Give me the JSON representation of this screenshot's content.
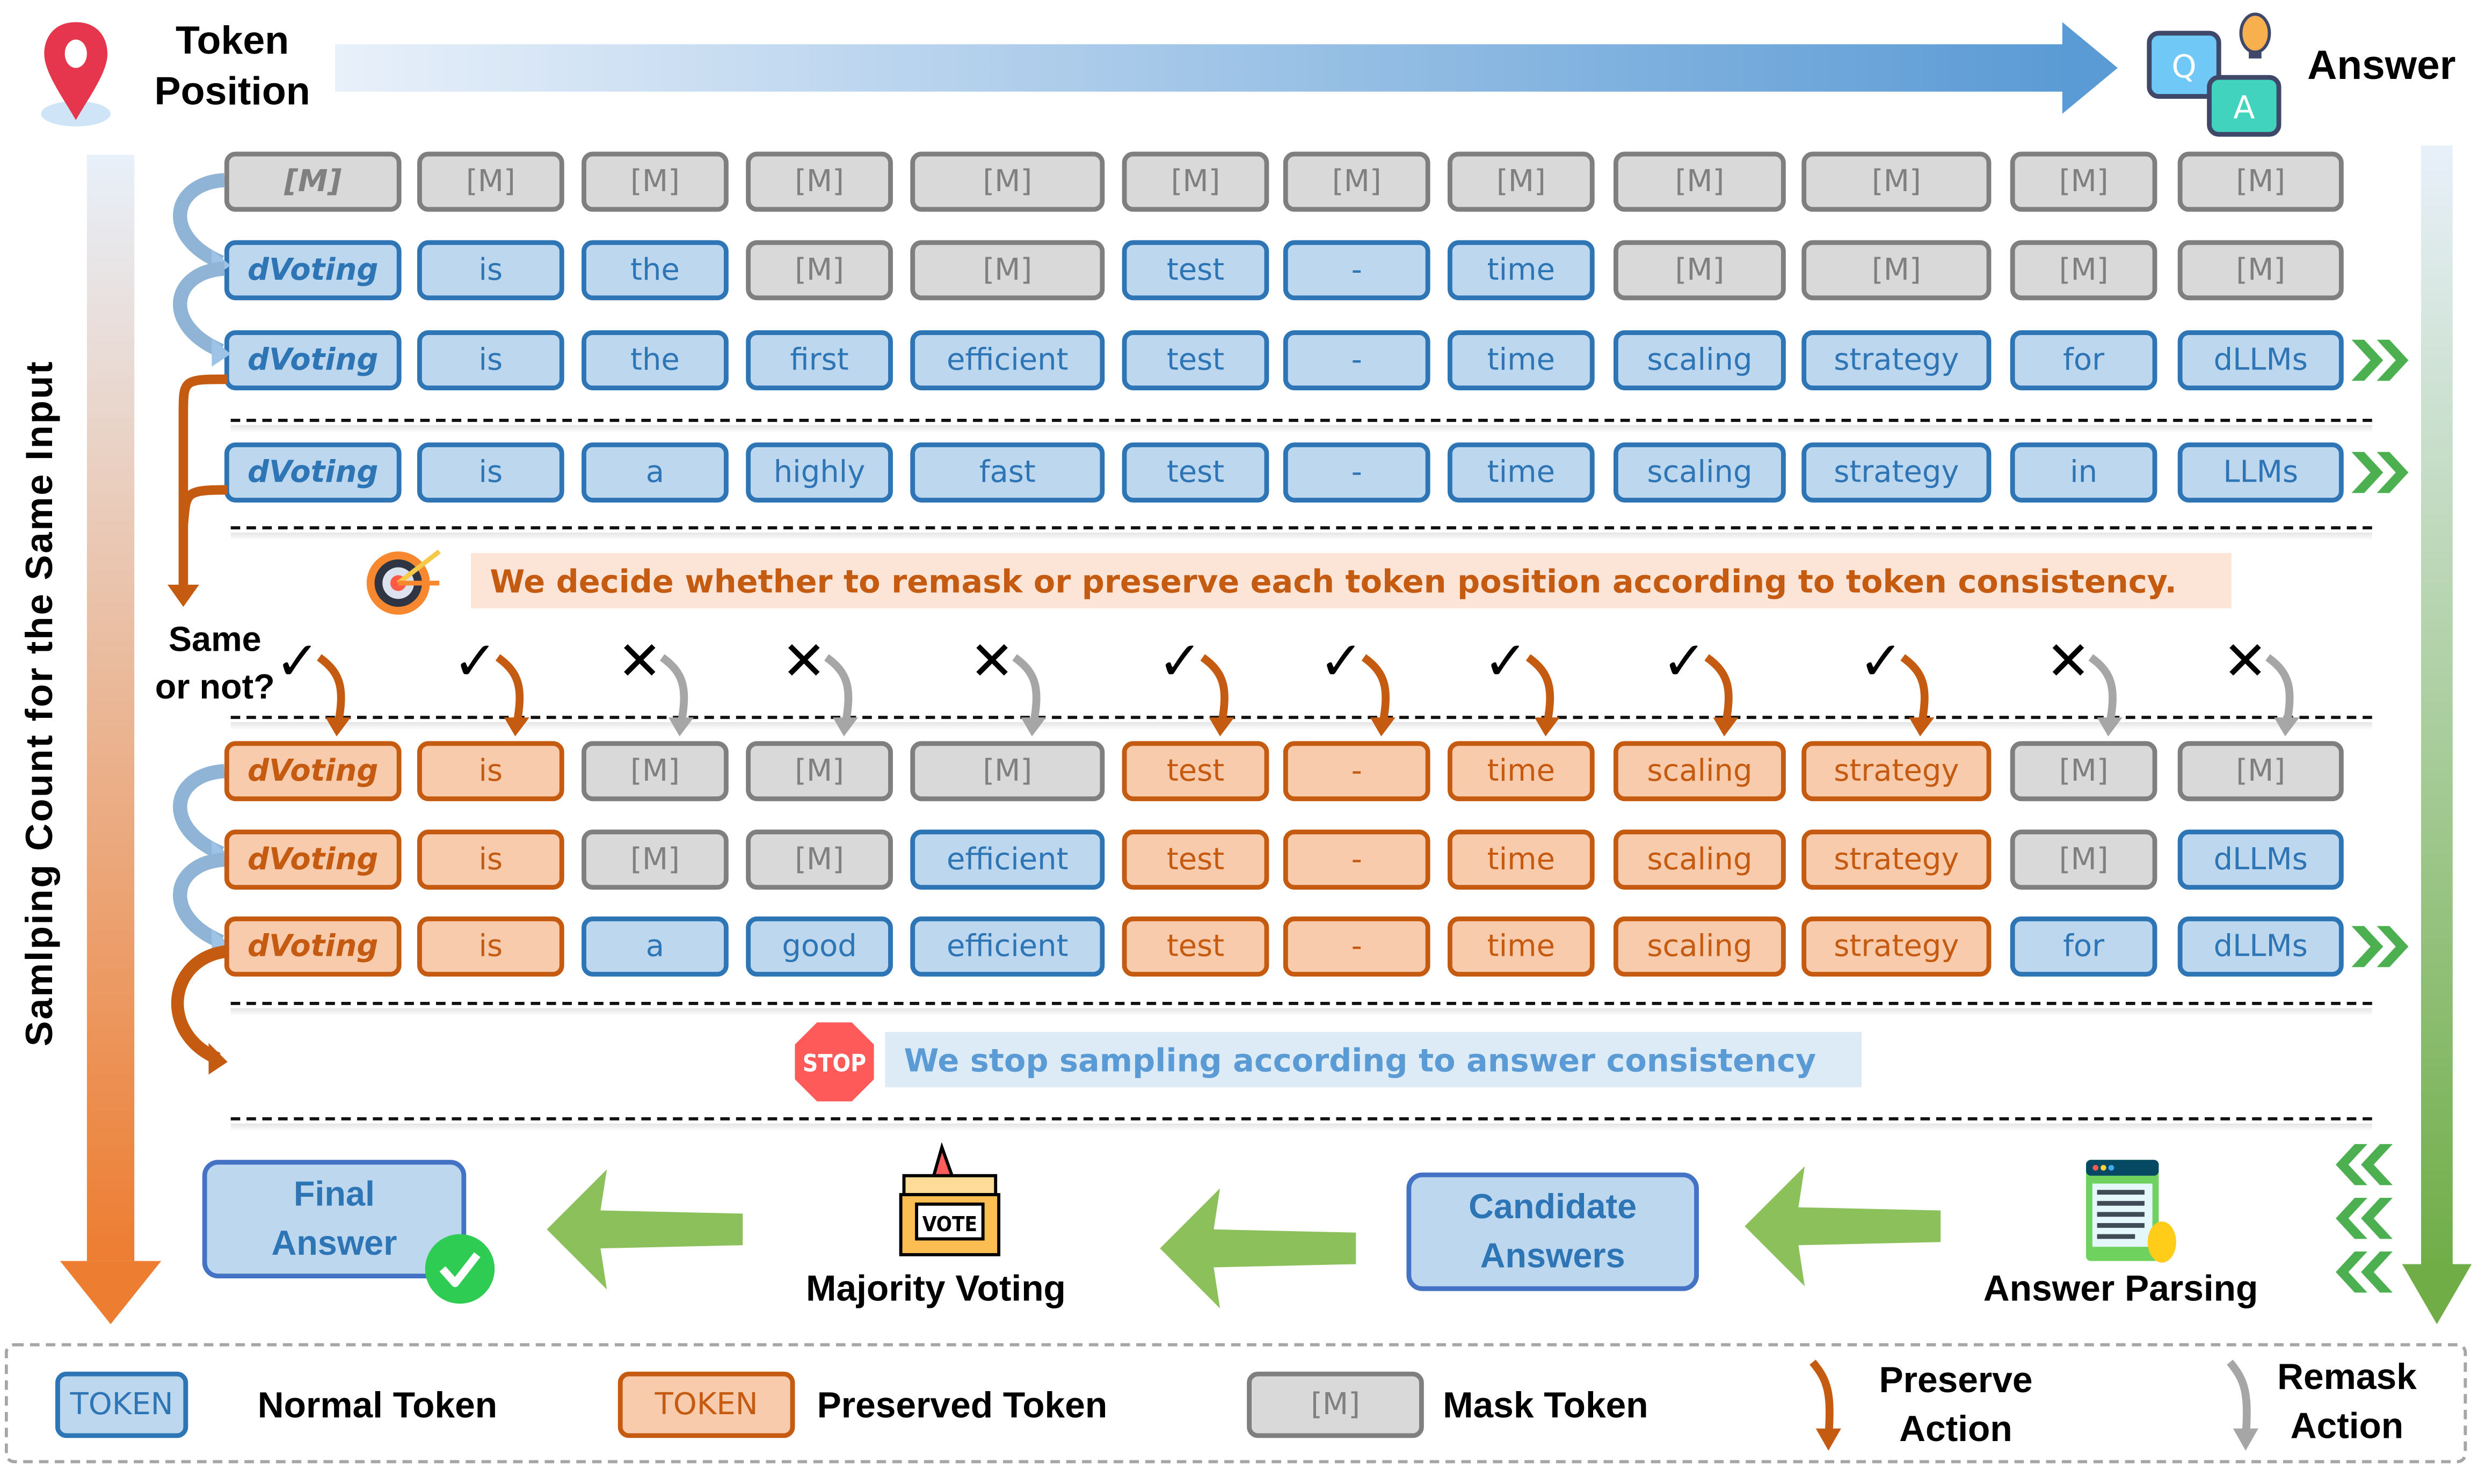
{
  "header": {
    "token_position_label": "Token\nPosition",
    "answer_label": "Answer",
    "qa_icon_q": "Q",
    "qa_icon_a": "A"
  },
  "axis": {
    "left_label": "Samlping Count for the Same Input"
  },
  "colors": {
    "normal_bg": "#BDD7EE",
    "normal_border": "#2E75B6",
    "preserved_bg": "#F8CBAD",
    "preserved_border": "#C55A11",
    "mask_bg": "#D9D9D9",
    "mask_border": "#7F7F7F",
    "accent_green": "#4CAF50",
    "arrow_green": "#8BC05A"
  },
  "upper_rows": [
    {
      "tokens": [
        {
          "text": "[M]",
          "type": "mask"
        },
        {
          "text": "[M]",
          "type": "mask"
        },
        {
          "text": "[M]",
          "type": "mask"
        },
        {
          "text": "[M]",
          "type": "mask"
        },
        {
          "text": "[M]",
          "type": "mask"
        },
        {
          "text": "[M]",
          "type": "mask"
        },
        {
          "text": "[M]",
          "type": "mask"
        },
        {
          "text": "[M]",
          "type": "mask"
        },
        {
          "text": "[M]",
          "type": "mask"
        },
        {
          "text": "[M]",
          "type": "mask"
        },
        {
          "text": "[M]",
          "type": "mask"
        },
        {
          "text": "[M]",
          "type": "mask"
        }
      ],
      "complete": false
    },
    {
      "tokens": [
        {
          "text": "dVoting",
          "type": "normal"
        },
        {
          "text": "is",
          "type": "normal"
        },
        {
          "text": "the",
          "type": "normal"
        },
        {
          "text": "[M]",
          "type": "mask"
        },
        {
          "text": "[M]",
          "type": "mask"
        },
        {
          "text": "test",
          "type": "normal"
        },
        {
          "text": "-",
          "type": "normal"
        },
        {
          "text": "time",
          "type": "normal"
        },
        {
          "text": "[M]",
          "type": "mask"
        },
        {
          "text": "[M]",
          "type": "mask"
        },
        {
          "text": "[M]",
          "type": "mask"
        },
        {
          "text": "[M]",
          "type": "mask"
        }
      ],
      "complete": false
    },
    {
      "tokens": [
        {
          "text": "dVoting",
          "type": "normal"
        },
        {
          "text": "is",
          "type": "normal"
        },
        {
          "text": "the",
          "type": "normal"
        },
        {
          "text": "first",
          "type": "normal"
        },
        {
          "text": "efficient",
          "type": "normal"
        },
        {
          "text": "test",
          "type": "normal"
        },
        {
          "text": "-",
          "type": "normal"
        },
        {
          "text": "time",
          "type": "normal"
        },
        {
          "text": "scaling",
          "type": "normal"
        },
        {
          "text": "strategy",
          "type": "normal"
        },
        {
          "text": "for",
          "type": "normal"
        },
        {
          "text": "dLLMs",
          "type": "normal"
        }
      ],
      "complete": true
    },
    {
      "tokens": [
        {
          "text": "dVoting",
          "type": "normal"
        },
        {
          "text": "is",
          "type": "normal"
        },
        {
          "text": "a",
          "type": "normal"
        },
        {
          "text": "highly",
          "type": "normal"
        },
        {
          "text": "fast",
          "type": "normal"
        },
        {
          "text": "test",
          "type": "normal"
        },
        {
          "text": "-",
          "type": "normal"
        },
        {
          "text": "time",
          "type": "normal"
        },
        {
          "text": "scaling",
          "type": "normal"
        },
        {
          "text": "strategy",
          "type": "normal"
        },
        {
          "text": "in",
          "type": "normal"
        },
        {
          "text": "LLMs",
          "type": "normal"
        }
      ],
      "complete": true
    }
  ],
  "token_decision": {
    "callout_text": "We decide whether to remask or preserve each token position according to token consistency.",
    "question_label": "Same\nor not?",
    "marks": [
      "same",
      "same",
      "diff",
      "diff",
      "diff",
      "same",
      "same",
      "same",
      "same",
      "same",
      "diff",
      "diff"
    ]
  },
  "lower_rows": [
    {
      "tokens": [
        {
          "text": "dVoting",
          "type": "pres"
        },
        {
          "text": "is",
          "type": "pres"
        },
        {
          "text": "[M]",
          "type": "mask"
        },
        {
          "text": "[M]",
          "type": "mask"
        },
        {
          "text": "[M]",
          "type": "mask"
        },
        {
          "text": "test",
          "type": "pres"
        },
        {
          "text": "-",
          "type": "pres"
        },
        {
          "text": "time",
          "type": "pres"
        },
        {
          "text": "scaling",
          "type": "pres"
        },
        {
          "text": "strategy",
          "type": "pres"
        },
        {
          "text": "[M]",
          "type": "mask"
        },
        {
          "text": "[M]",
          "type": "mask"
        }
      ],
      "complete": false
    },
    {
      "tokens": [
        {
          "text": "dVoting",
          "type": "pres"
        },
        {
          "text": "is",
          "type": "pres"
        },
        {
          "text": "[M]",
          "type": "mask"
        },
        {
          "text": "[M]",
          "type": "mask"
        },
        {
          "text": "efficient",
          "type": "normal"
        },
        {
          "text": "test",
          "type": "pres"
        },
        {
          "text": "-",
          "type": "pres"
        },
        {
          "text": "time",
          "type": "pres"
        },
        {
          "text": "scaling",
          "type": "pres"
        },
        {
          "text": "strategy",
          "type": "pres"
        },
        {
          "text": "[M]",
          "type": "mask"
        },
        {
          "text": "dLLMs",
          "type": "normal"
        }
      ],
      "complete": false
    },
    {
      "tokens": [
        {
          "text": "dVoting",
          "type": "pres"
        },
        {
          "text": "is",
          "type": "pres"
        },
        {
          "text": "a",
          "type": "normal"
        },
        {
          "text": "good",
          "type": "normal"
        },
        {
          "text": "efficient",
          "type": "normal"
        },
        {
          "text": "test",
          "type": "pres"
        },
        {
          "text": "-",
          "type": "pres"
        },
        {
          "text": "time",
          "type": "pres"
        },
        {
          "text": "scaling",
          "type": "pres"
        },
        {
          "text": "strategy",
          "type": "pres"
        },
        {
          "text": "for",
          "type": "normal"
        },
        {
          "text": "dLLMs",
          "type": "normal"
        }
      ],
      "complete": true
    }
  ],
  "stop": {
    "icon_text": "STOP",
    "callout_text": "We stop sampling according to answer consistency"
  },
  "flow": {
    "final_answer": "Final\nAnswer",
    "majority_voting": "Majority Voting",
    "vote_icon_text": "VOTE",
    "candidate_answers": "Candidate\nAnswers",
    "answer_parsing": "Answer Parsing"
  },
  "legend": {
    "normal_token_sample": "TOKEN",
    "normal_token_label": "Normal Token",
    "preserved_token_sample": "TOKEN",
    "preserved_token_label": "Preserved Token",
    "mask_token_sample": "[M]",
    "mask_token_label": "Mask Token",
    "preserve_action_label": "Preserve\nAction",
    "remask_action_label": "Remask\nAction"
  }
}
